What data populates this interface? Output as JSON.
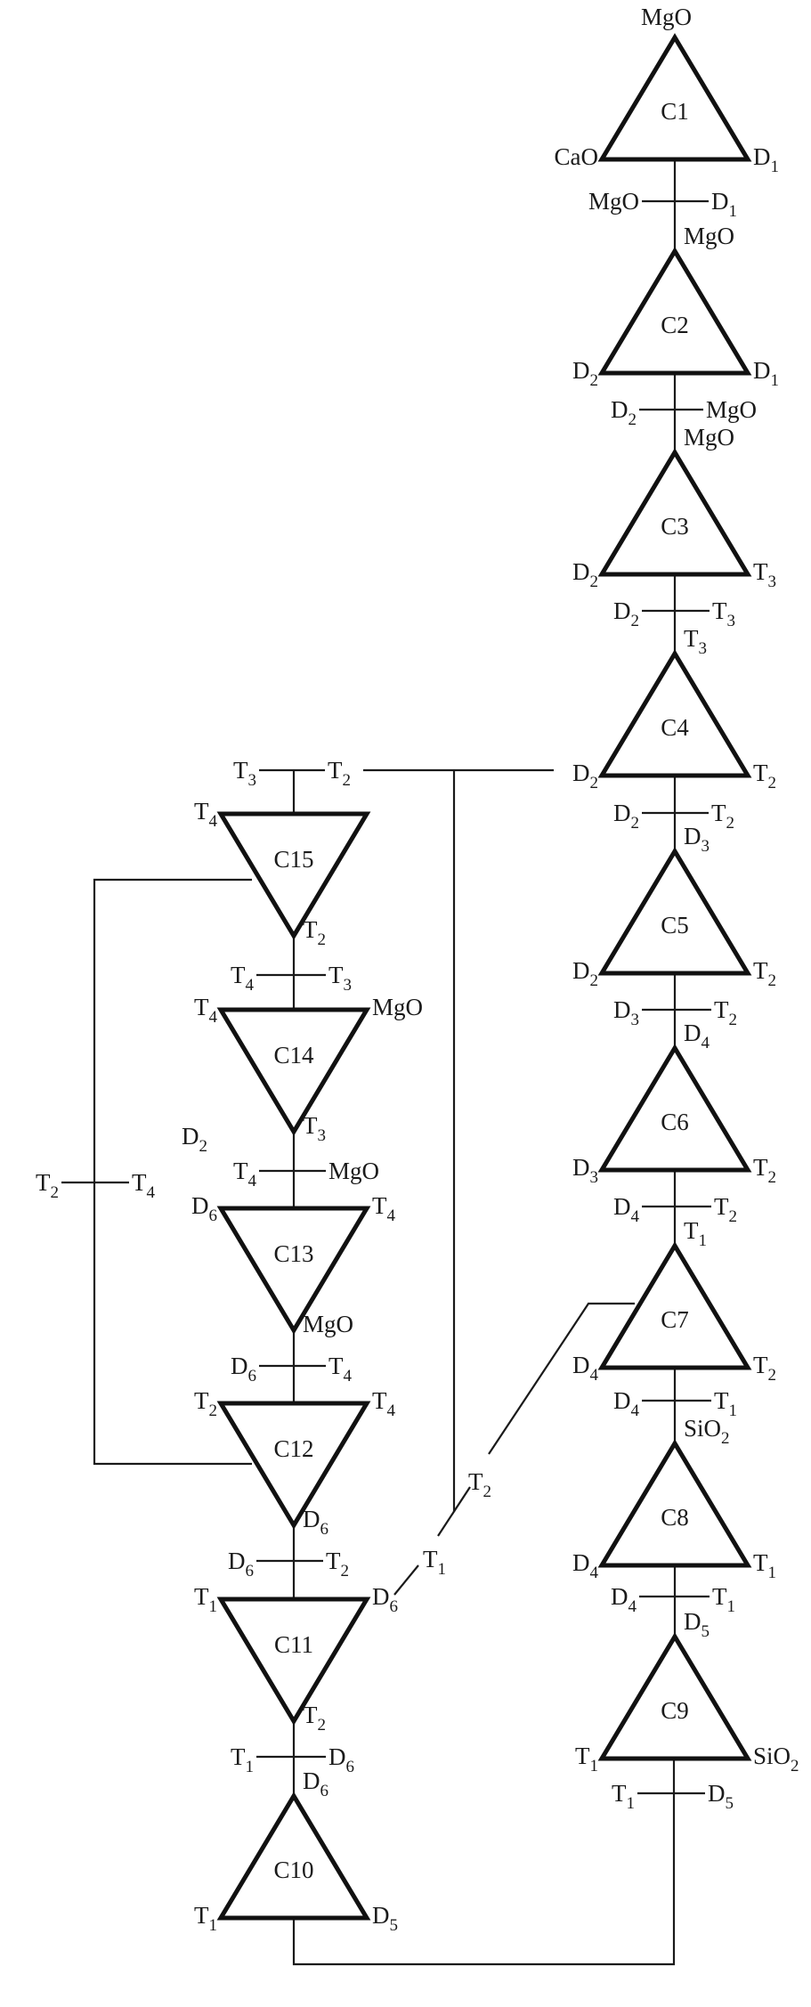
{
  "figure": {
    "description": "Tetrahedration / compatibility triangle chain diagram of a multicomponent oxide system",
    "triangles": [
      {
        "id": "C1",
        "orientation": "up",
        "vertices": {
          "top": "MgO",
          "left": "CaO",
          "right": "D1"
        }
      },
      {
        "id": "C2",
        "orientation": "up",
        "vertices": {
          "top": "MgO",
          "left": "D2",
          "right": "D1"
        }
      },
      {
        "id": "C3",
        "orientation": "up",
        "vertices": {
          "top": "MgO",
          "left": "D2",
          "right": "T3"
        }
      },
      {
        "id": "C4",
        "orientation": "up",
        "vertices": {
          "top": "T3",
          "left": "D2",
          "right": "T2"
        }
      },
      {
        "id": "C5",
        "orientation": "up",
        "vertices": {
          "top": "D3",
          "left": "D2",
          "right": "T2"
        }
      },
      {
        "id": "C6",
        "orientation": "up",
        "vertices": {
          "top": "D4",
          "left": "D3",
          "right": "T2"
        }
      },
      {
        "id": "C7",
        "orientation": "up",
        "vertices": {
          "top": "T1",
          "left": "D4",
          "right": "T2"
        }
      },
      {
        "id": "C8",
        "orientation": "up",
        "vertices": {
          "top": "SiO2",
          "left": "D4",
          "right": "T1"
        }
      },
      {
        "id": "C9",
        "orientation": "up",
        "vertices": {
          "top": "D5",
          "left": "T1",
          "right": "SiO2"
        }
      },
      {
        "id": "C10",
        "orientation": "up",
        "vertices": {
          "top": "D6",
          "left": "T1",
          "right": "D5"
        }
      },
      {
        "id": "C11",
        "orientation": "down",
        "vertices": {
          "bottom": "T2",
          "left": "T1",
          "right": "D6"
        }
      },
      {
        "id": "C12",
        "orientation": "down",
        "vertices": {
          "bottom": "D6",
          "left": "T2",
          "right": "T4"
        }
      },
      {
        "id": "C13",
        "orientation": "down",
        "vertices": {
          "bottom": "MgO",
          "left": "D6",
          "right": "T4"
        }
      },
      {
        "id": "C14",
        "orientation": "down",
        "vertices": {
          "bottom": "T3",
          "left": "T4",
          "right": "MgO"
        }
      },
      {
        "id": "C15",
        "orientation": "down",
        "vertices": {
          "bottom": "T2",
          "left": "T4",
          "right": ""
        }
      }
    ],
    "ties": [
      {
        "id": "C1-C2",
        "left": "MgO",
        "right": "D1"
      },
      {
        "id": "C2-C3",
        "left": "D2",
        "right": "MgO"
      },
      {
        "id": "C3-C4",
        "left": "D2",
        "right": "T3"
      },
      {
        "id": "C4-C5",
        "left": "D2",
        "right": "T2"
      },
      {
        "id": "C5-C6",
        "left": "D3",
        "right": "T2"
      },
      {
        "id": "C6-C7",
        "left": "D4",
        "right": "T2"
      },
      {
        "id": "C7-C8",
        "left": "D4",
        "right": "T1"
      },
      {
        "id": "C8-C9",
        "left": "D4",
        "right": "T1"
      },
      {
        "id": "C9-C10",
        "left": "T1",
        "right": "D5"
      },
      {
        "id": "C10-C11",
        "left": "T1",
        "right": "D6"
      },
      {
        "id": "C11-C12",
        "left": "D6",
        "right": "T2"
      },
      {
        "id": "C12-C13",
        "left": "D6",
        "right": "T4"
      },
      {
        "id": "C13-C14",
        "left": "T4",
        "right": "MgO"
      },
      {
        "id": "C14-C15",
        "left": "T4",
        "right": "T3"
      },
      {
        "id": "C15-C4",
        "left": "T3",
        "right": "T2"
      },
      {
        "id": "C12-C15",
        "left": "T2",
        "right": "T4"
      },
      {
        "id": "C7-C11",
        "left": "T1",
        "right": "T2"
      }
    ],
    "extra_labels": [
      {
        "id": "stray-D2-left",
        "text": "D2"
      }
    ]
  }
}
